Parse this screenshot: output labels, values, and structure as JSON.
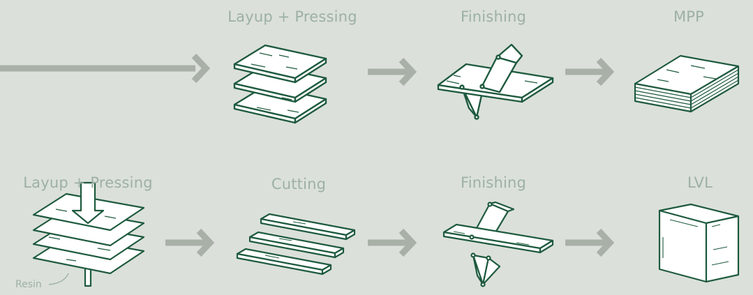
{
  "colors": {
    "background": "#dbe0da",
    "label": "#9db0a4",
    "arrow": "#a8b0a8",
    "stroke": "#1e5a3e",
    "fill": "#ffffff"
  },
  "top_row": {
    "step1": "Layup + Pressing",
    "step2": "Finishing",
    "step3": "MPP"
  },
  "bottom_row": {
    "step1": "Layup + Pressing",
    "step2": "Cutting",
    "step3": "Finishing",
    "step4": "LVL",
    "resin": "Resin"
  }
}
